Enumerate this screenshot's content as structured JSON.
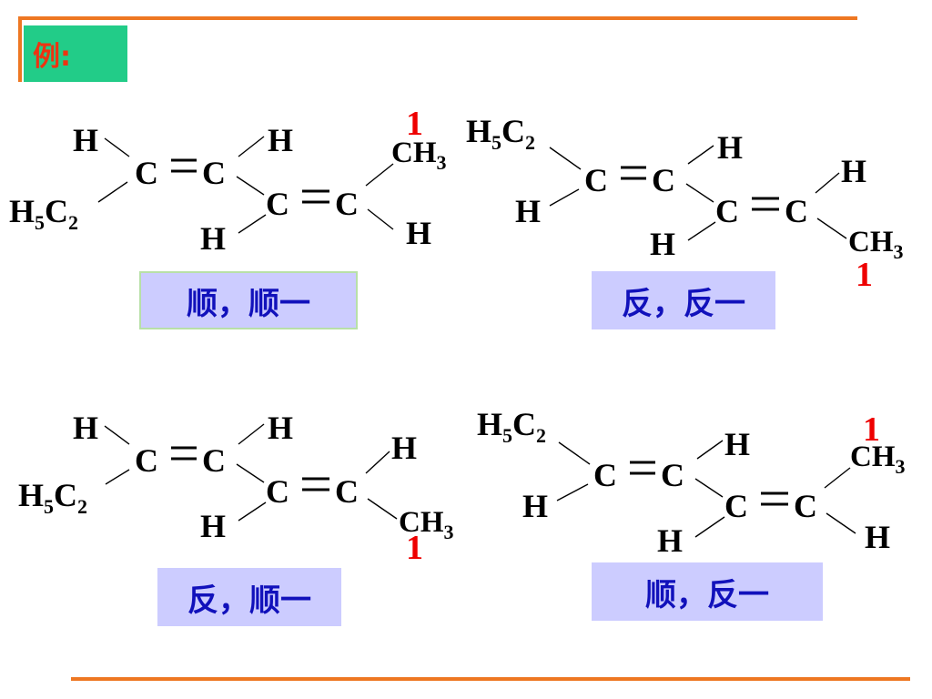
{
  "slide": {
    "title": "例:",
    "colors": {
      "accent_rule": "#ee7722",
      "title_bg": "#22cc88",
      "title_text": "#ee3311",
      "caption_bg": "#ccccff",
      "caption_text": "#1111bb",
      "locant": "#ee0000"
    }
  },
  "atoms": {
    "C": "C",
    "H": "H",
    "ethyl_main": "H",
    "ethyl_s1": "5",
    "ethyl_c": "C",
    "ethyl_s2": "2",
    "methyl_c": "CH",
    "methyl_s": "3"
  },
  "locant": "1",
  "structures": [
    {
      "caption": "顺，顺一"
    },
    {
      "caption": "反，反一"
    },
    {
      "caption": "反，顺一"
    },
    {
      "caption": "顺，反一"
    }
  ]
}
